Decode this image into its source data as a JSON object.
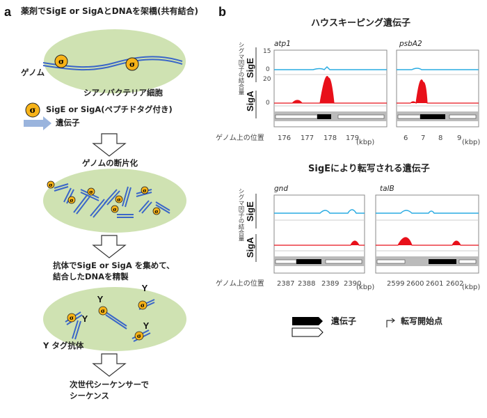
{
  "panel_a": {
    "letter": "a",
    "title": "薬剤でSigE or SigAとDNAを架橋(共有結合)",
    "genome_label": "ゲノム",
    "cell_label": "シアノバクテリア細胞",
    "sigma_symbol": "σ",
    "legend_sigma": "SigE or SigA(ペプチドタグ付き)",
    "legend_gene": "遺伝子",
    "step2": "ゲノムの断片化",
    "step3_line1": "抗体でSigE or SigA を集めて、",
    "step3_line2": "結合したDNAを精製",
    "antibody_label": "Y  タグ抗体",
    "step4_line1": "次世代シーケンサーで",
    "step4_line2": "シーケンス"
  },
  "panel_b": {
    "letter": "b",
    "section1_title": "ハウスキーピング遺伝子",
    "section2_title": "SigEにより転写される遺伝子",
    "y_axis_label": "シグマ因子の結合量",
    "sige_label": "SigE",
    "siga_label": "SigA",
    "x_axis_label": "ゲノム上の位置",
    "unit": "(kbp)",
    "legend_gene": "遺伝子",
    "legend_tss": "転写開始点",
    "tracks": [
      {
        "gene": "atp1",
        "sige_max": "15",
        "siga_max": "20",
        "zero": "0",
        "ticks": [
          "176",
          "177",
          "178",
          "179"
        ]
      },
      {
        "gene": "psbA2",
        "ticks": [
          "6",
          "7",
          "8",
          "9"
        ]
      },
      {
        "gene": "gnd",
        "ticks": [
          "2387",
          "2388",
          "2389",
          "2390"
        ]
      },
      {
        "gene": "talB",
        "ticks": [
          "2599",
          "2600",
          "2601",
          "2602"
        ]
      }
    ]
  },
  "colors": {
    "sige": "#29abe2",
    "siga": "#e8101a",
    "cell": "#cfe2b2",
    "dna": "#3a66c8",
    "sigma": "#f7b318"
  }
}
